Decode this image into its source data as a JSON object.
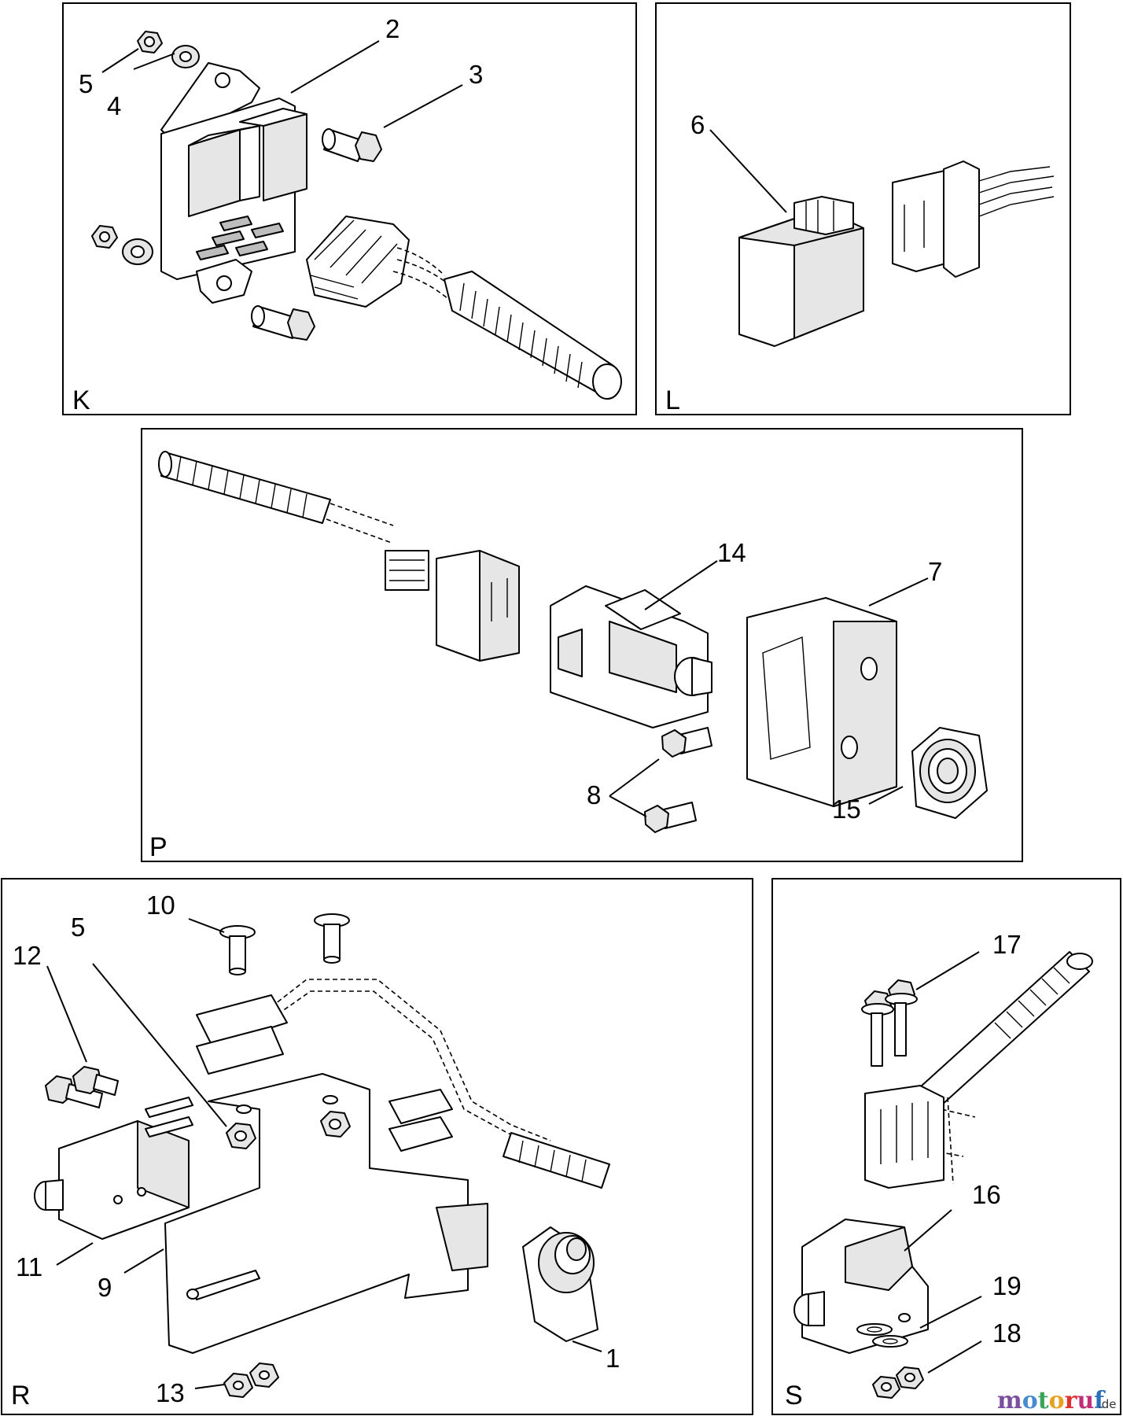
{
  "panels": {
    "K": {
      "label": "K"
    },
    "L": {
      "label": "L"
    },
    "P": {
      "label": "P"
    },
    "R": {
      "label": "R"
    },
    "S": {
      "label": "S"
    }
  },
  "callouts": {
    "k_2": "2",
    "k_3": "3",
    "k_4": "4",
    "k_5": "5",
    "l_6": "6",
    "p_14": "14",
    "p_7": "7",
    "p_8": "8",
    "p_15": "15",
    "r_10": "10",
    "r_5": "5",
    "r_12": "12",
    "r_11": "11",
    "r_9": "9",
    "r_13": "13",
    "r_1": "1",
    "s_17": "17",
    "s_16": "16",
    "s_19": "19",
    "s_18": "18"
  },
  "watermark": {
    "brand": "motoruf",
    "tld": ".de",
    "letter_colors": [
      "#7a4fa0",
      "#4a8ad0",
      "#3aa35a",
      "#e8a020",
      "#e03030",
      "#c0307a",
      "#2a6fb8"
    ]
  }
}
